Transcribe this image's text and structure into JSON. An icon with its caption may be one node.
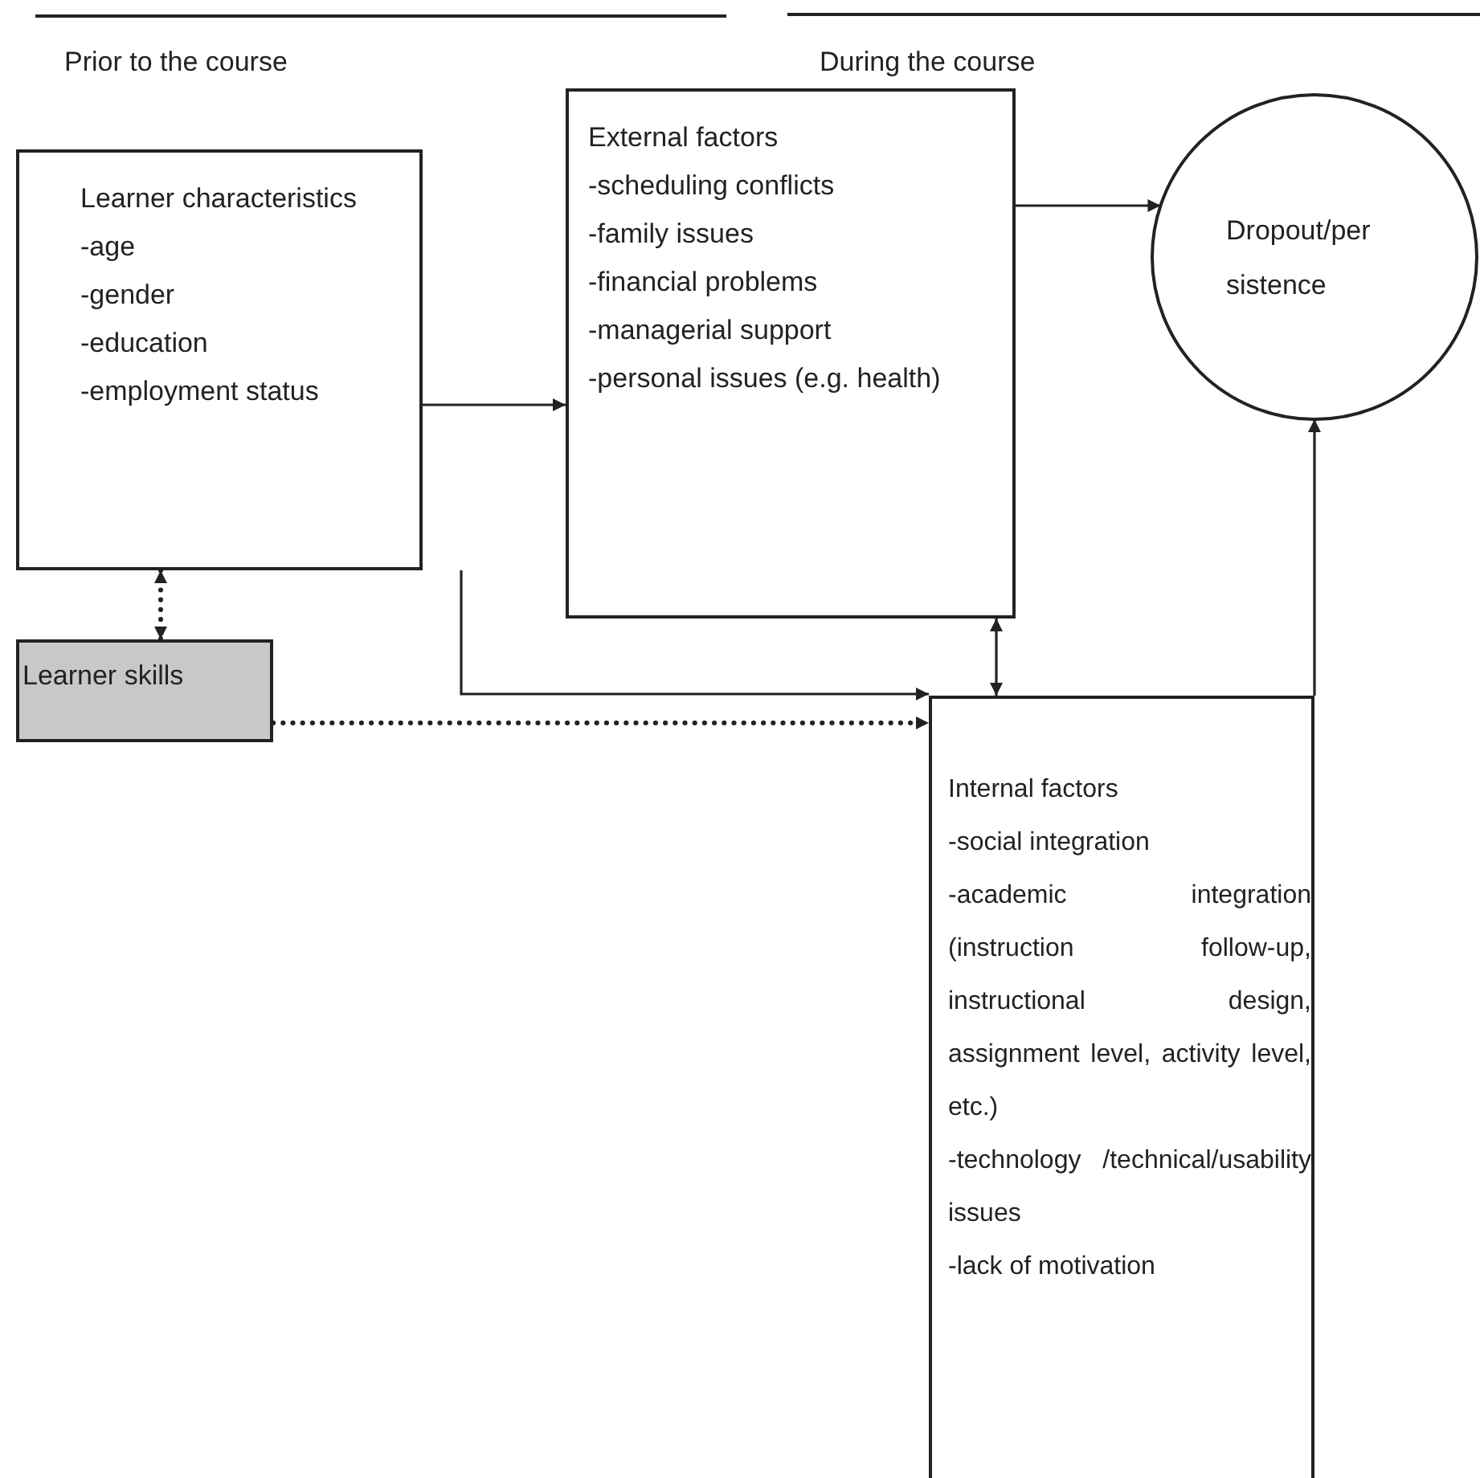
{
  "diagram": {
    "nodes": [
      {
        "text": [
          "Learner characteristics",
          "-age",
          "-gender",
          "-education",
          "-employment status"
        ]
      },
      {
        "text": [
          "External factors",
          "-scheduling conflicts",
          "-family issues",
          "-financial problems",
          "-managerial support",
          "-personal issues (e.g. health)"
        ]
      },
      {
        "text": [
          "Dropout/persistence"
        ]
      },
      {
        "text": [
          "Learner skills"
        ]
      },
      {
        "text": [
          "Internal factors",
          "-social integration",
          "-academic integration (instruction follow-up, instructional design, assignment level, activity level, etc.)",
          "-technology /technical/usability issues",
          "-lack of motivation"
        ]
      }
    ],
    "edges": [
      {
        "from": 0,
        "to": 1,
        "arrow": "to"
      },
      {
        "from": 1,
        "to": 2,
        "arrow": "to"
      },
      {
        "from": 0,
        "to": 3,
        "arrow": "both",
        "style": "dashed"
      },
      {
        "from": 0,
        "to": 4,
        "arrow": "to"
      },
      {
        "from": 3,
        "to": 4,
        "arrow": "to",
        "style": "dashed"
      },
      {
        "from": 1,
        "to": 4,
        "arrow": "both"
      },
      {
        "from": 4,
        "to": 2,
        "arrow": "to"
      }
    ],
    "labels": [
      "Prior to the course",
      "During the course"
    ]
  }
}
